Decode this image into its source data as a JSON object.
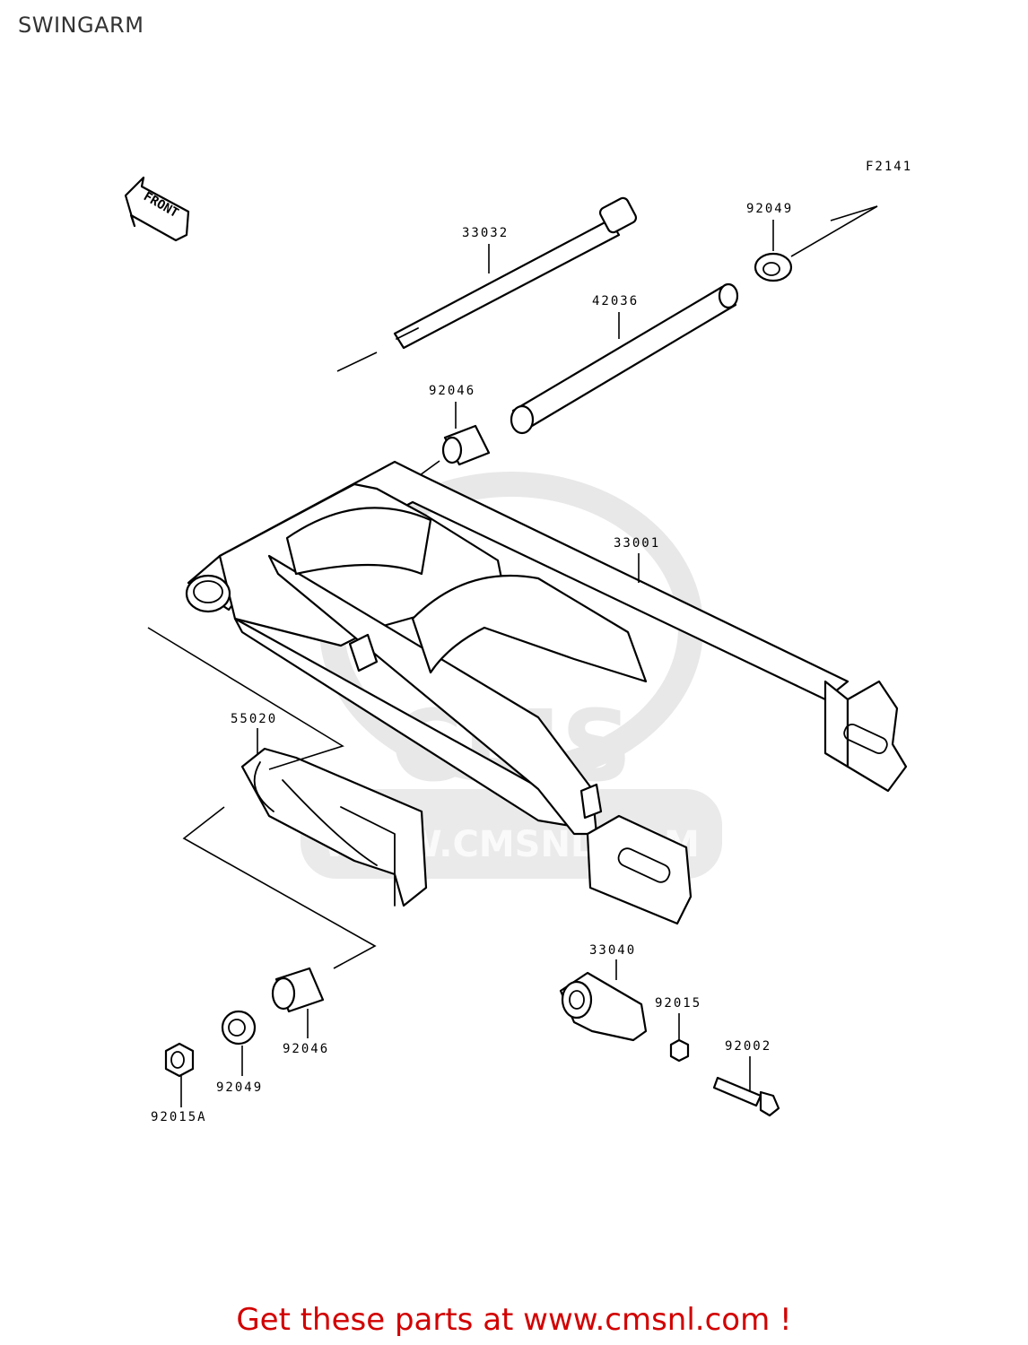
{
  "page": {
    "title": "SWINGARM",
    "footer": "Get these parts at www.cmsnl.com !",
    "figure_code": "F2141",
    "front_label": "FRONT",
    "watermark": {
      "brand": "CMS",
      "url": "WWW.CMSNL.COM"
    }
  },
  "parts": [
    {
      "id": "33032"
    },
    {
      "id": "92049"
    },
    {
      "id": "42036"
    },
    {
      "id": "92046"
    },
    {
      "id": "33001"
    },
    {
      "id": "55020"
    },
    {
      "id": "33040"
    },
    {
      "id": "92015"
    },
    {
      "id": "92002"
    },
    {
      "id": "92046"
    },
    {
      "id": "92049"
    },
    {
      "id": "92015A"
    }
  ],
  "colors": {
    "footer": "#d20000",
    "ink": "#000000",
    "watermark": "#e8e8e8"
  }
}
